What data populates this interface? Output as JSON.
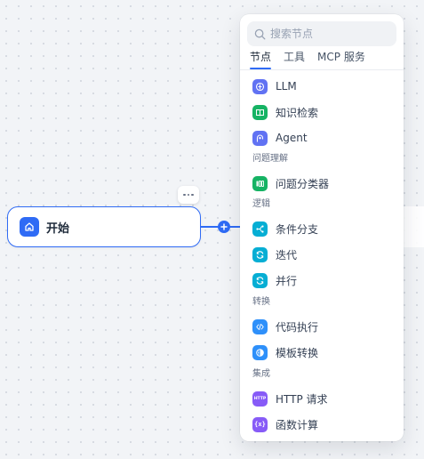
{
  "canvas": {
    "start_node": {
      "label": "开始",
      "icon": "home-icon"
    },
    "more_icon": "ellipsis-icon",
    "add_icon": "plus-icon"
  },
  "picker": {
    "search": {
      "placeholder": "搜索节点",
      "value": "",
      "icon": "search-icon"
    },
    "tabs": [
      {
        "label": "节点",
        "active": true
      },
      {
        "label": "工具",
        "active": false
      },
      {
        "label": "MCP 服务",
        "active": false
      }
    ],
    "items": {
      "llm": {
        "label": "LLM",
        "icon": "brain-icon",
        "color": "#6172f3"
      },
      "knowledge": {
        "label": "知识检索",
        "icon": "book-icon",
        "color": "#16b364"
      },
      "agent": {
        "label": "Agent",
        "icon": "agent-icon",
        "color": "#6172f3"
      },
      "question_classifier": {
        "label": "问题分类器",
        "icon": "classifier-icon",
        "color": "#16b364"
      },
      "if_else": {
        "label": "条件分支",
        "icon": "branch-icon",
        "color": "#06aed4"
      },
      "iteration": {
        "label": "迭代",
        "icon": "loop-icon",
        "color": "#06aed4"
      },
      "parallel": {
        "label": "并行",
        "icon": "loop-icon",
        "color": "#06aed4"
      },
      "code": {
        "label": "代码执行",
        "icon": "code-icon",
        "color": "#2e90fa"
      },
      "template": {
        "label": "模板转换",
        "icon": "template-icon",
        "color": "#2e90fa"
      },
      "http": {
        "label": "HTTP 请求",
        "icon": "http-icon",
        "badge": "HTTP",
        "color": "#875bf7"
      },
      "function": {
        "label": "函数计算",
        "icon": "function-icon",
        "badge": "{x}",
        "color": "#875bf7"
      }
    },
    "sections": {
      "question_understanding": "问题理解",
      "logic": "逻辑",
      "transform": "转换",
      "integration": "集成"
    }
  }
}
